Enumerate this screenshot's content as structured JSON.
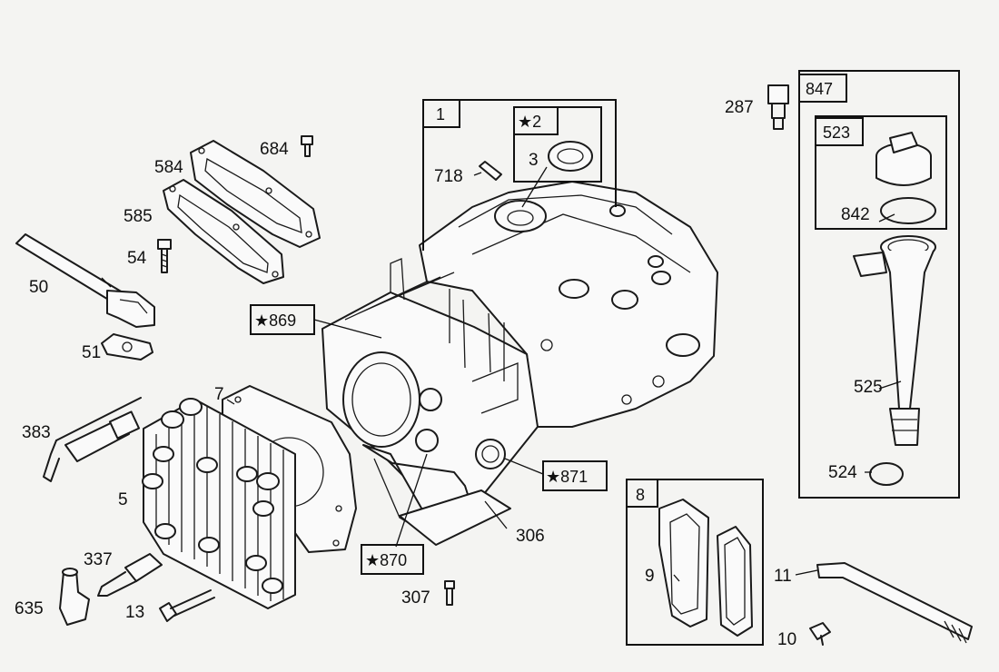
{
  "labels": {
    "p1": "1",
    "p2": "★2",
    "p3": "3",
    "p718": "718",
    "p287": "287",
    "p847": "847",
    "p523": "523",
    "p842": "842",
    "p525": "525",
    "p524": "524",
    "p684": "684",
    "p584": "584",
    "p585": "585",
    "p54": "54",
    "p50": "50",
    "p51": "51",
    "p869": "★869",
    "p383": "383",
    "p7": "7",
    "p5": "5",
    "p337": "337",
    "p635": "635",
    "p13": "13",
    "p307": "307",
    "p306": "306",
    "p870": "★870",
    "p871": "★871",
    "p8": "8",
    "p9": "9",
    "p11": "11",
    "p10": "10"
  }
}
